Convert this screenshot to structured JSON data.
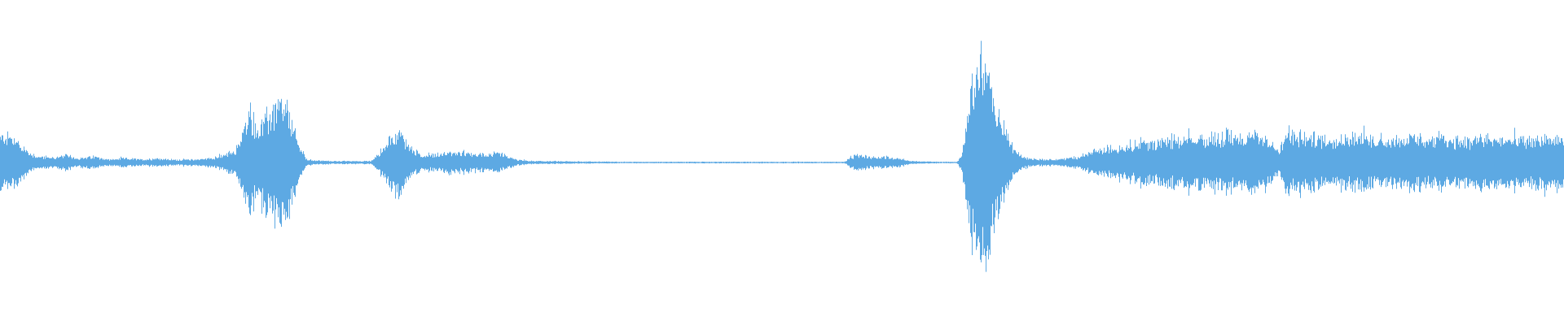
{
  "waveform": {
    "color": "#5DA9E3",
    "background": "#ffffff",
    "envelope": [
      [
        0.0,
        0.18
      ],
      [
        0.006,
        0.18
      ],
      [
        0.012,
        0.14
      ],
      [
        0.018,
        0.07
      ],
      [
        0.025,
        0.04
      ],
      [
        0.035,
        0.035
      ],
      [
        0.042,
        0.05
      ],
      [
        0.05,
        0.03
      ],
      [
        0.06,
        0.04
      ],
      [
        0.07,
        0.02
      ],
      [
        0.08,
        0.03
      ],
      [
        0.09,
        0.02
      ],
      [
        0.1,
        0.03
      ],
      [
        0.11,
        0.02
      ],
      [
        0.12,
        0.02
      ],
      [
        0.13,
        0.025
      ],
      [
        0.14,
        0.04
      ],
      [
        0.15,
        0.08
      ],
      [
        0.155,
        0.2
      ],
      [
        0.16,
        0.35
      ],
      [
        0.165,
        0.23
      ],
      [
        0.17,
        0.3
      ],
      [
        0.175,
        0.37
      ],
      [
        0.18,
        0.4
      ],
      [
        0.185,
        0.33
      ],
      [
        0.19,
        0.15
      ],
      [
        0.196,
        0.02
      ],
      [
        0.21,
        0.01
      ],
      [
        0.237,
        0.01
      ],
      [
        0.24,
        0.04
      ],
      [
        0.245,
        0.1
      ],
      [
        0.25,
        0.18
      ],
      [
        0.255,
        0.22
      ],
      [
        0.26,
        0.14
      ],
      [
        0.265,
        0.08
      ],
      [
        0.27,
        0.05
      ],
      [
        0.28,
        0.06
      ],
      [
        0.29,
        0.07
      ],
      [
        0.3,
        0.06
      ],
      [
        0.32,
        0.06
      ],
      [
        0.33,
        0.02
      ],
      [
        0.34,
        0.01
      ],
      [
        0.4,
        0.005
      ],
      [
        0.46,
        0.005
      ],
      [
        0.54,
        0.005
      ],
      [
        0.542,
        0.02
      ],
      [
        0.547,
        0.05
      ],
      [
        0.555,
        0.04
      ],
      [
        0.565,
        0.04
      ],
      [
        0.575,
        0.03
      ],
      [
        0.582,
        0.01
      ],
      [
        0.6,
        0.005
      ],
      [
        0.612,
        0.005
      ],
      [
        0.615,
        0.05
      ],
      [
        0.618,
        0.3
      ],
      [
        0.622,
        0.55
      ],
      [
        0.626,
        0.72
      ],
      [
        0.63,
        0.68
      ],
      [
        0.634,
        0.5
      ],
      [
        0.638,
        0.34
      ],
      [
        0.643,
        0.22
      ],
      [
        0.648,
        0.1
      ],
      [
        0.652,
        0.05
      ],
      [
        0.66,
        0.025
      ],
      [
        0.675,
        0.02
      ],
      [
        0.69,
        0.04
      ],
      [
        0.7,
        0.08
      ],
      [
        0.71,
        0.1
      ],
      [
        0.72,
        0.12
      ],
      [
        0.73,
        0.14
      ],
      [
        0.74,
        0.15
      ],
      [
        0.76,
        0.16
      ],
      [
        0.78,
        0.18
      ],
      [
        0.8,
        0.19
      ],
      [
        0.81,
        0.17
      ],
      [
        0.818,
        0.08
      ],
      [
        0.822,
        0.2
      ],
      [
        0.83,
        0.18
      ],
      [
        0.85,
        0.17
      ],
      [
        0.87,
        0.18
      ],
      [
        0.89,
        0.16
      ],
      [
        0.91,
        0.17
      ],
      [
        0.93,
        0.16
      ],
      [
        0.95,
        0.17
      ],
      [
        0.97,
        0.16
      ],
      [
        0.99,
        0.17
      ],
      [
        1.0,
        0.17
      ]
    ]
  }
}
